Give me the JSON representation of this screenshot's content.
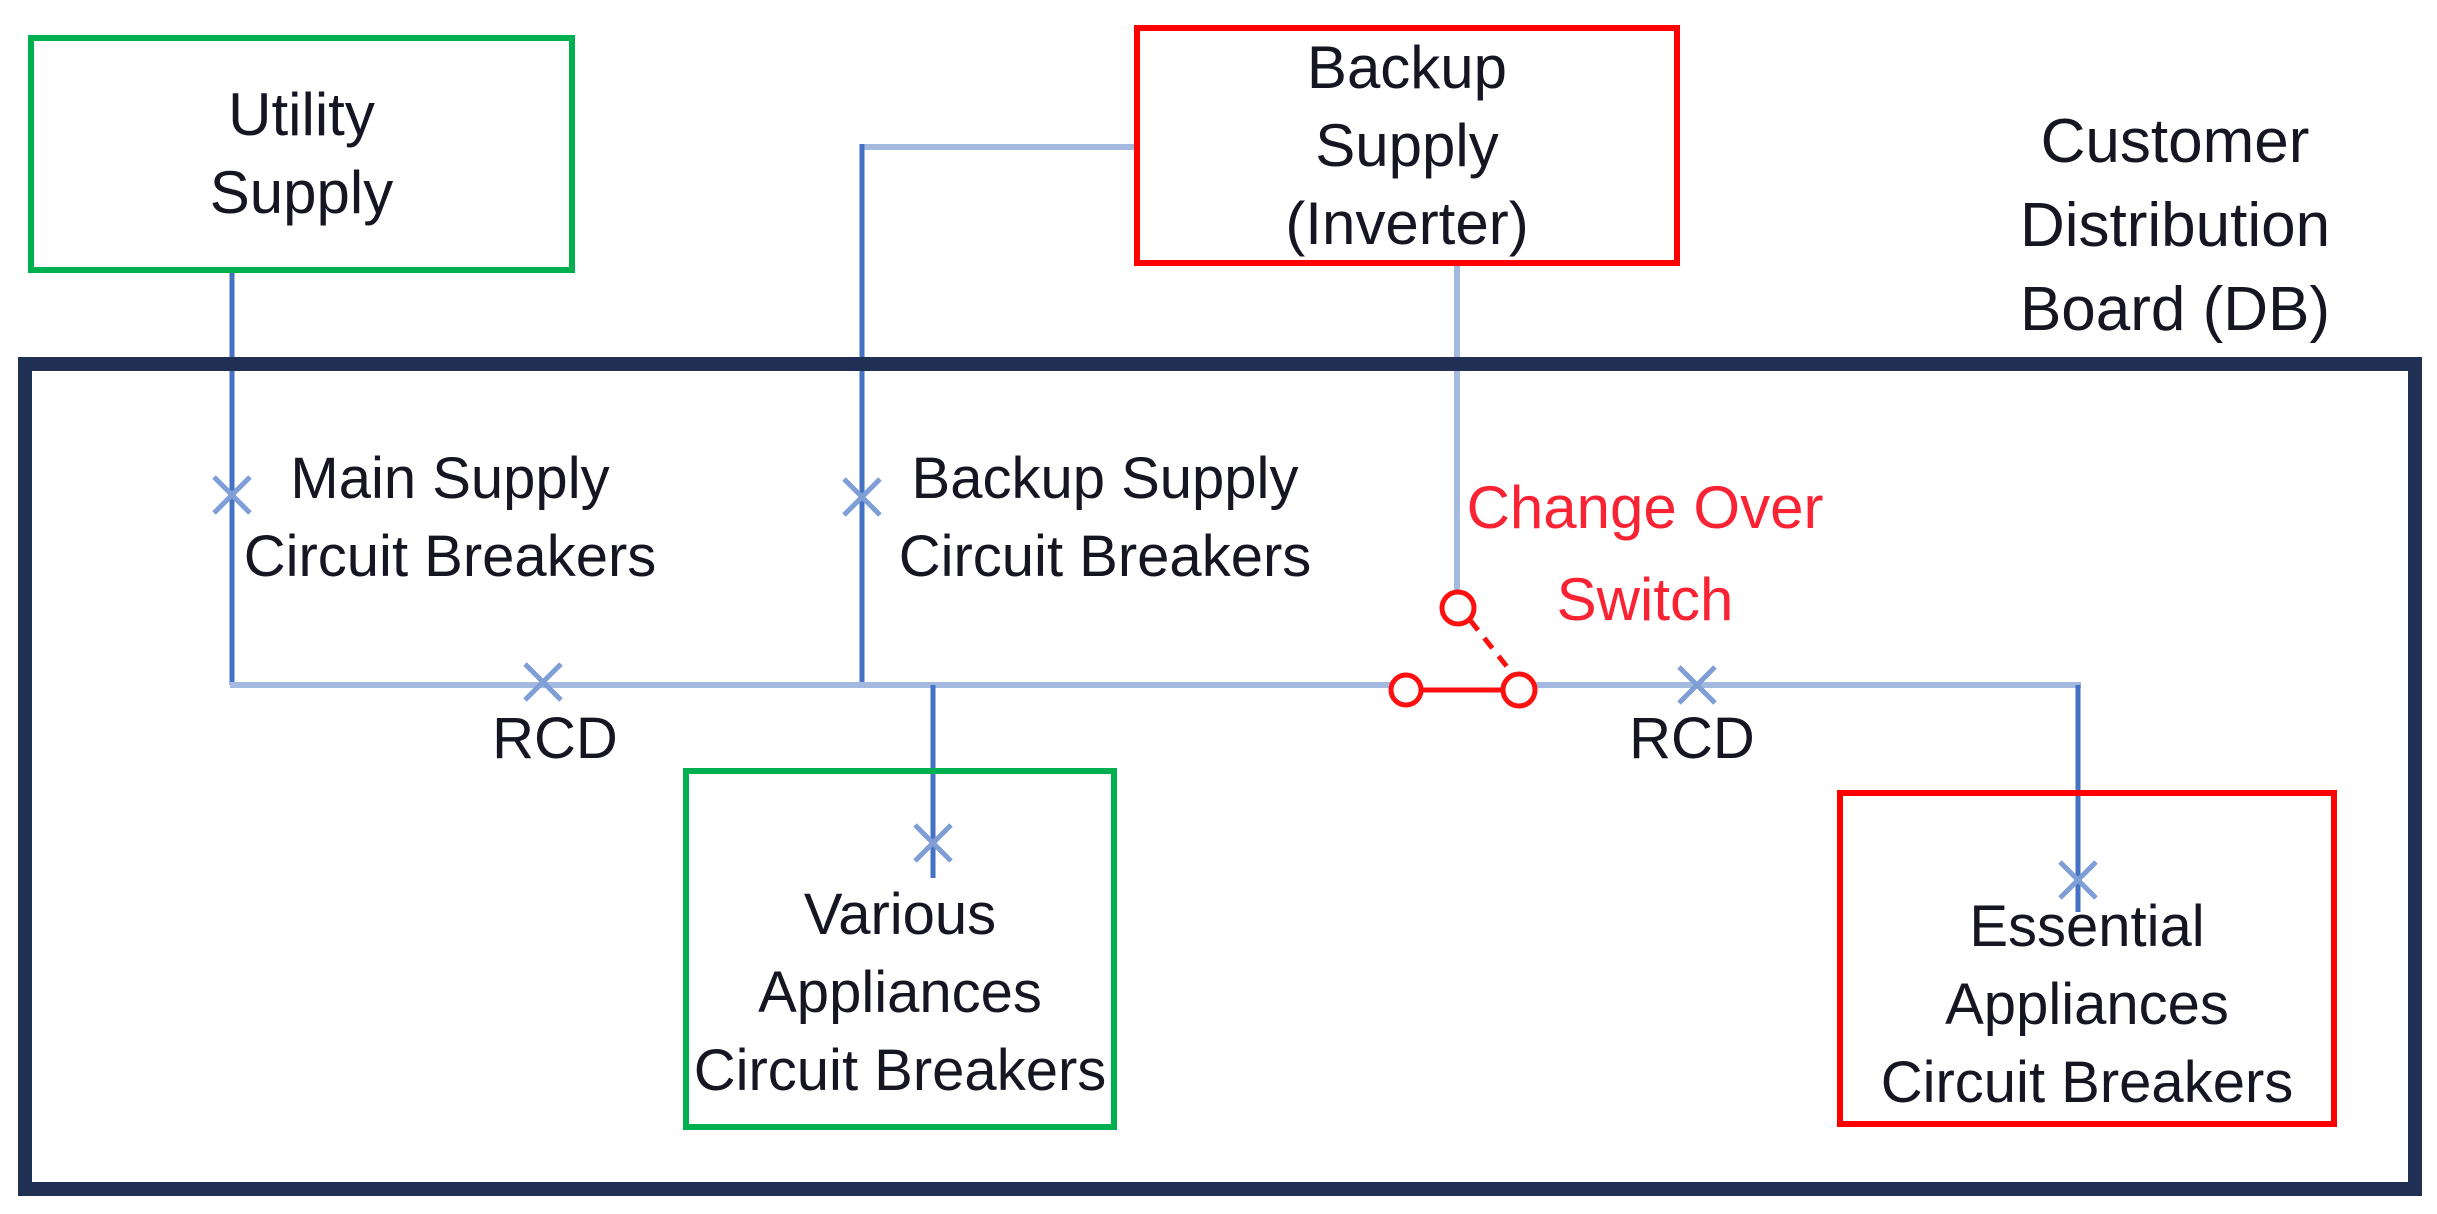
{
  "diagram_title": "Customer Distribution Board (DB)",
  "boxes": {
    "utility": {
      "label": "Utility\nSupply"
    },
    "backup": {
      "label": "Backup\nSupply\n(Inverter)"
    },
    "various": {
      "label": "Various\nAppliances\nCircuit Breakers"
    },
    "essential": {
      "label": "Essential\nAppliances\nCircuit Breakers"
    }
  },
  "labels": {
    "customer_db": "Customer\nDistribution\nBoard (DB)",
    "main_breakers": "Main Supply\nCircuit Breakers",
    "backup_breakers": "Backup Supply\nCircuit Breakers",
    "changeover": "Change Over\nSwitch",
    "rcd_left": "RCD",
    "rcd_right": "RCD"
  },
  "colors": {
    "db_border": "#1f3054",
    "utility_box_border": "#00b050",
    "backup_box_border": "#fe0000",
    "various_box_border": "#00b050",
    "essential_box_border": "#fe0000",
    "wire_dark": "#4472c4",
    "wire_light": "#a3b9e0",
    "breaker_symbol": "#7f9ed6",
    "switch_symbol": "#fe1010",
    "changeover_text": "#fa2334",
    "text": "#161623"
  }
}
